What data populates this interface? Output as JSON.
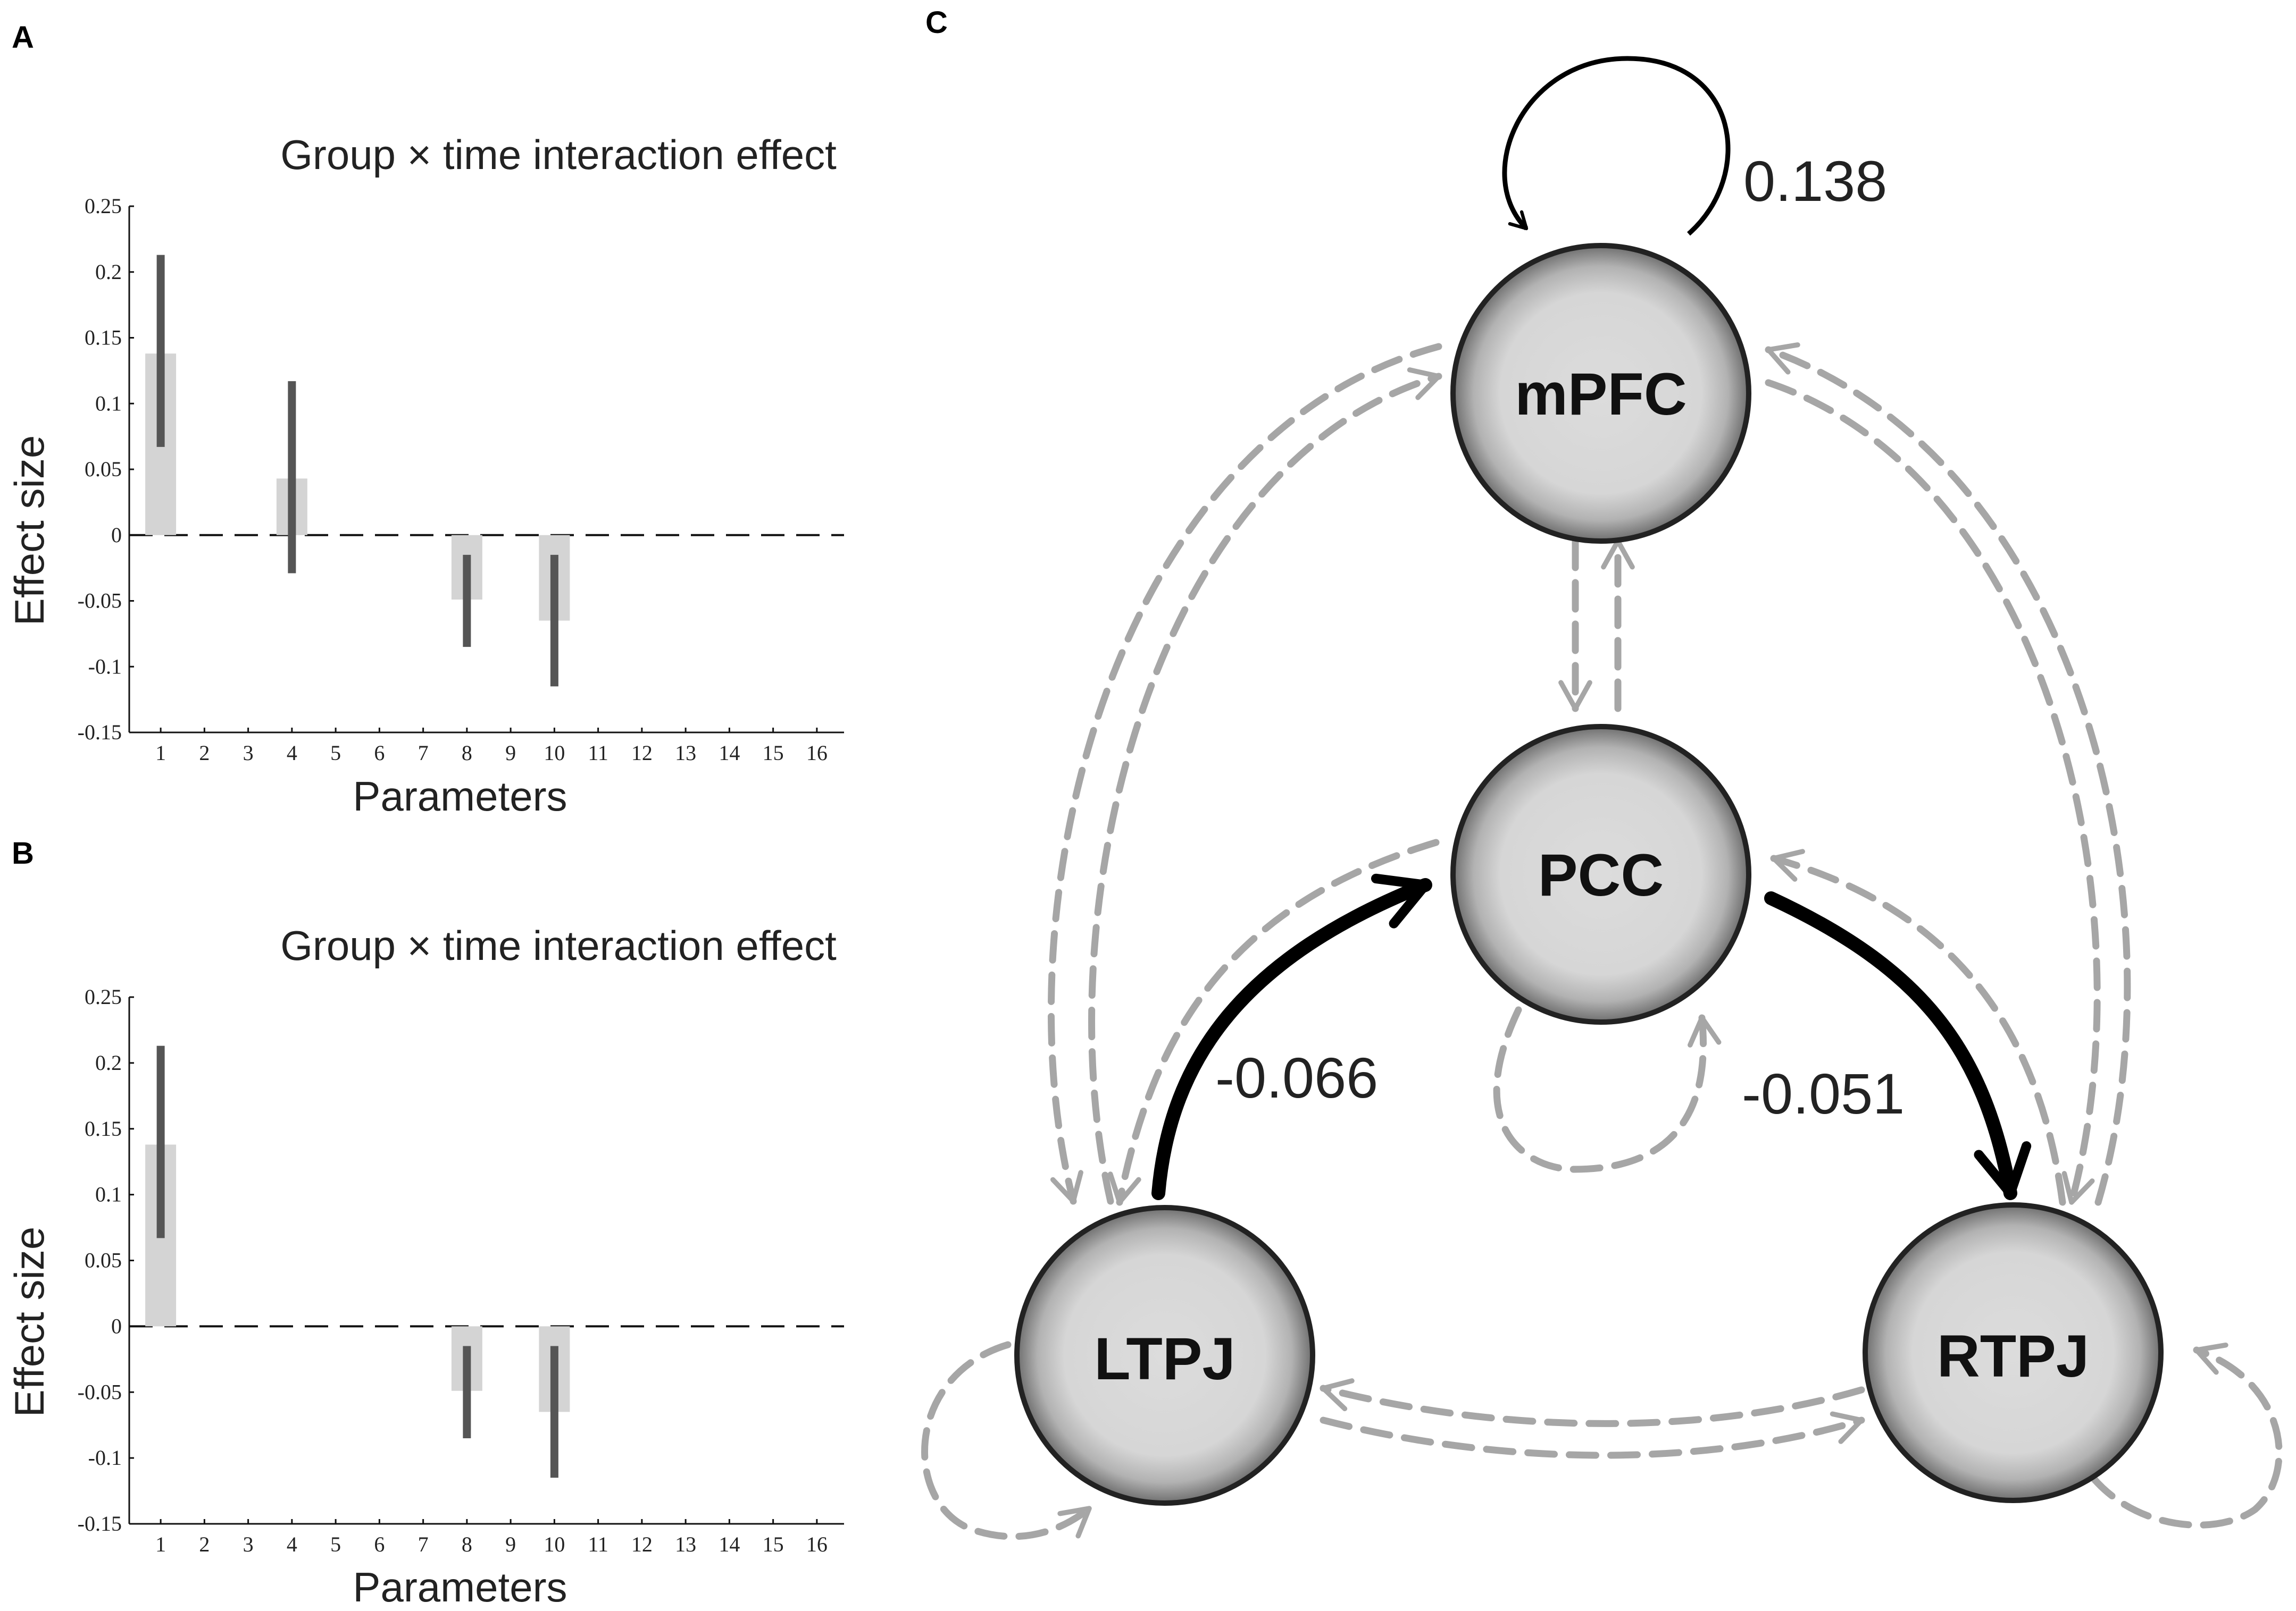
{
  "panels": {
    "a": {
      "letter": "A"
    },
    "b": {
      "letter": "B"
    },
    "c": {
      "letter": "C"
    }
  },
  "chart_data": [
    {
      "type": "bar",
      "panel": "A",
      "title": "Group × time interaction effect",
      "xlabel": "Parameters",
      "ylabel": "Effect size",
      "categories": [
        "1",
        "2",
        "3",
        "4",
        "5",
        "6",
        "7",
        "8",
        "9",
        "10",
        "11",
        "12",
        "13",
        "14",
        "15",
        "16"
      ],
      "values": [
        0.138,
        0,
        0,
        0.043,
        0,
        0,
        0,
        -0.049,
        0,
        -0.065,
        0,
        0,
        0,
        0,
        0,
        0
      ],
      "errors": [
        {
          "category": "1",
          "low": 0.067,
          "high": 0.213
        },
        {
          "category": "4",
          "low": -0.029,
          "high": 0.117
        },
        {
          "category": "8",
          "low": -0.085,
          "high": -0.015
        },
        {
          "category": "10",
          "low": -0.115,
          "high": -0.015
        }
      ],
      "ylim": [
        -0.15,
        0.25
      ],
      "yticks": [
        "-0.15",
        "-0.1",
        "-0.05",
        "0",
        "0.05",
        "0.1",
        "0.15",
        "0.2",
        "0.25"
      ],
      "colors": {
        "bar": "#d4d4d4",
        "errorbar": "#555555"
      }
    },
    {
      "type": "bar",
      "panel": "B",
      "title": "Group × time interaction effect",
      "xlabel": "Parameters",
      "ylabel": "Effect size",
      "categories": [
        "1",
        "2",
        "3",
        "4",
        "5",
        "6",
        "7",
        "8",
        "9",
        "10",
        "11",
        "12",
        "13",
        "14",
        "15",
        "16"
      ],
      "values": [
        0.138,
        0,
        0,
        0,
        0,
        0,
        0,
        -0.049,
        0,
        -0.065,
        0,
        0,
        0,
        0,
        0,
        0
      ],
      "errors": [
        {
          "category": "1",
          "low": 0.067,
          "high": 0.213
        },
        {
          "category": "8",
          "low": -0.085,
          "high": -0.015
        },
        {
          "category": "10",
          "low": -0.115,
          "high": -0.015
        }
      ],
      "ylim": [
        -0.15,
        0.25
      ],
      "yticks": [
        "-0.15",
        "-0.1",
        "-0.05",
        "0",
        "0.05",
        "0.1",
        "0.15",
        "0.2",
        "0.25"
      ],
      "colors": {
        "bar": "#d4d4d4",
        "errorbar": "#555555"
      }
    }
  ],
  "network": {
    "nodes": [
      {
        "id": "mpfc",
        "label": "mPFC"
      },
      {
        "id": "pcc",
        "label": "PCC"
      },
      {
        "id": "ltpj",
        "label": "LTPJ"
      },
      {
        "id": "rtpj",
        "label": "RTPJ"
      }
    ],
    "significant_edges": [
      {
        "from": "mPFC",
        "to": "mPFC",
        "value": "0.138"
      },
      {
        "from": "LTPJ",
        "to": "PCC",
        "value": "-0.066"
      },
      {
        "from": "PCC",
        "to": "RTPJ",
        "value": "-0.051"
      }
    ],
    "colors": {
      "significant": "#000000",
      "nonsignificant": "#a6a6a6",
      "node_fill": "#d6d6d6",
      "node_outline": "#222222"
    }
  }
}
